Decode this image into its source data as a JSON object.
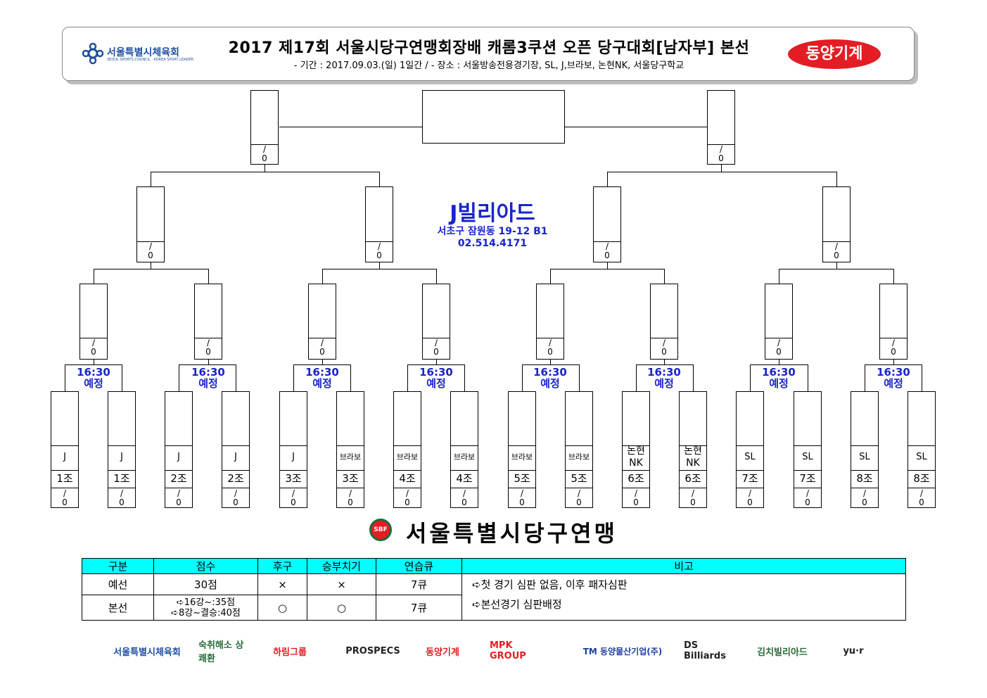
{
  "header": {
    "title": "2017 제17회 서울시당구연맹회장배 캐롬3쿠션 오픈 당구대회[남자부] 본선",
    "subtitle": "- 기간 : 2017.09.03.(일) 1일간 / - 장소 : 서울방송전용경기장, SL, J,브라보, 논현NK, 서울당구학교",
    "logo_left_name": "서울특별시체육회",
    "logo_left_small": "SEOUL SPORTS COUNCIL · KOREA SPORT LEADER",
    "logo_right": "동양기계"
  },
  "score_text": "0/0",
  "venue": {
    "title": "J빌리아드",
    "address": "서초구 잠원동 19-12 B1",
    "tel": "02.514.4171"
  },
  "time_labels": [
    {
      "time": "16:30",
      "note": "예정"
    },
    {
      "time": "16:30",
      "note": "예정"
    },
    {
      "time": "16:30",
      "note": "예정"
    },
    {
      "time": "16:30",
      "note": "예정"
    },
    {
      "time": "16:30",
      "note": "예정"
    },
    {
      "time": "16:30",
      "note": "예정"
    },
    {
      "time": "16:30",
      "note": "예정"
    },
    {
      "time": "16:30",
      "note": "예정"
    }
  ],
  "entries": [
    {
      "venue": "J",
      "group": "1조"
    },
    {
      "venue": "J",
      "group": "1조"
    },
    {
      "venue": "J",
      "group": "2조"
    },
    {
      "venue": "J",
      "group": "2조"
    },
    {
      "venue": "J",
      "group": "3조"
    },
    {
      "venue": "브라보",
      "group": "3조"
    },
    {
      "venue": "브라보",
      "group": "4조"
    },
    {
      "venue": "브라보",
      "group": "4조"
    },
    {
      "venue": "브라보",
      "group": "5조"
    },
    {
      "venue": "브라보",
      "group": "5조"
    },
    {
      "venue": "논현 NK",
      "group": "6조"
    },
    {
      "venue": "논현 NK",
      "group": "6조"
    },
    {
      "venue": "SL",
      "group": "7조"
    },
    {
      "venue": "SL",
      "group": "7조"
    },
    {
      "venue": "SL",
      "group": "8조"
    },
    {
      "venue": "SL",
      "group": "8조"
    }
  ],
  "association": {
    "emblem": "SBF",
    "name": "서울특별시당구연맹"
  },
  "rules_table": {
    "headers": [
      "구분",
      "점수",
      "후구",
      "승부치기",
      "연습큐",
      "비고"
    ],
    "rows": [
      {
        "division": "예선",
        "score_lines": [
          "30점"
        ],
        "hugu": "×",
        "tiebreak": "×",
        "practice": "7큐",
        "note": "➪첫 경기 심판 없음, 이후 패자심판"
      },
      {
        "division": "본선",
        "score_lines": [
          "➪16강~:35점",
          "➪8강~결승:40점"
        ],
        "hugu": "○",
        "tiebreak": "○",
        "practice": "7큐",
        "note": "➪본선경기 심판배정"
      }
    ]
  },
  "sponsors": [
    "서울특별시체육회",
    "숙취해소 상쾌환",
    "하림그룹",
    "PROSPECS",
    "동양기계",
    "MPK GROUP",
    "TM 동양물산기업(주)",
    "DS Billiards",
    "김치빌리아드",
    "yu·r"
  ]
}
